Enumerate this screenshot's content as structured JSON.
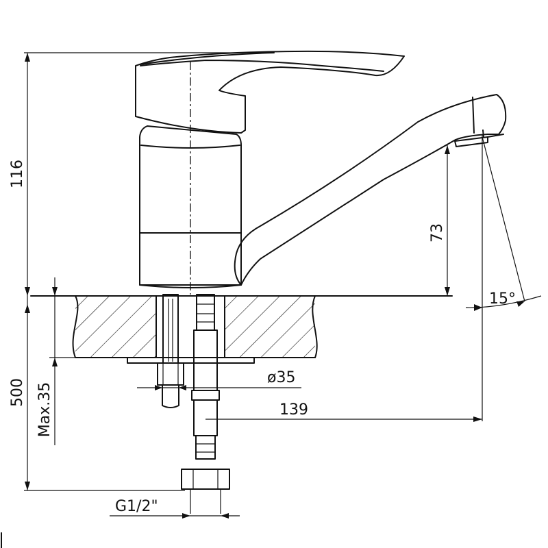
{
  "dimensions": {
    "height_total": "116",
    "spout_height": "73",
    "angle": "15°",
    "hole_diameter": "ø35",
    "spout_reach": "139",
    "hose_length": "500",
    "max_thickness": "Max.35",
    "thread": "G1/2\""
  },
  "colors": {
    "line": "#111111",
    "background": "#ffffff"
  }
}
